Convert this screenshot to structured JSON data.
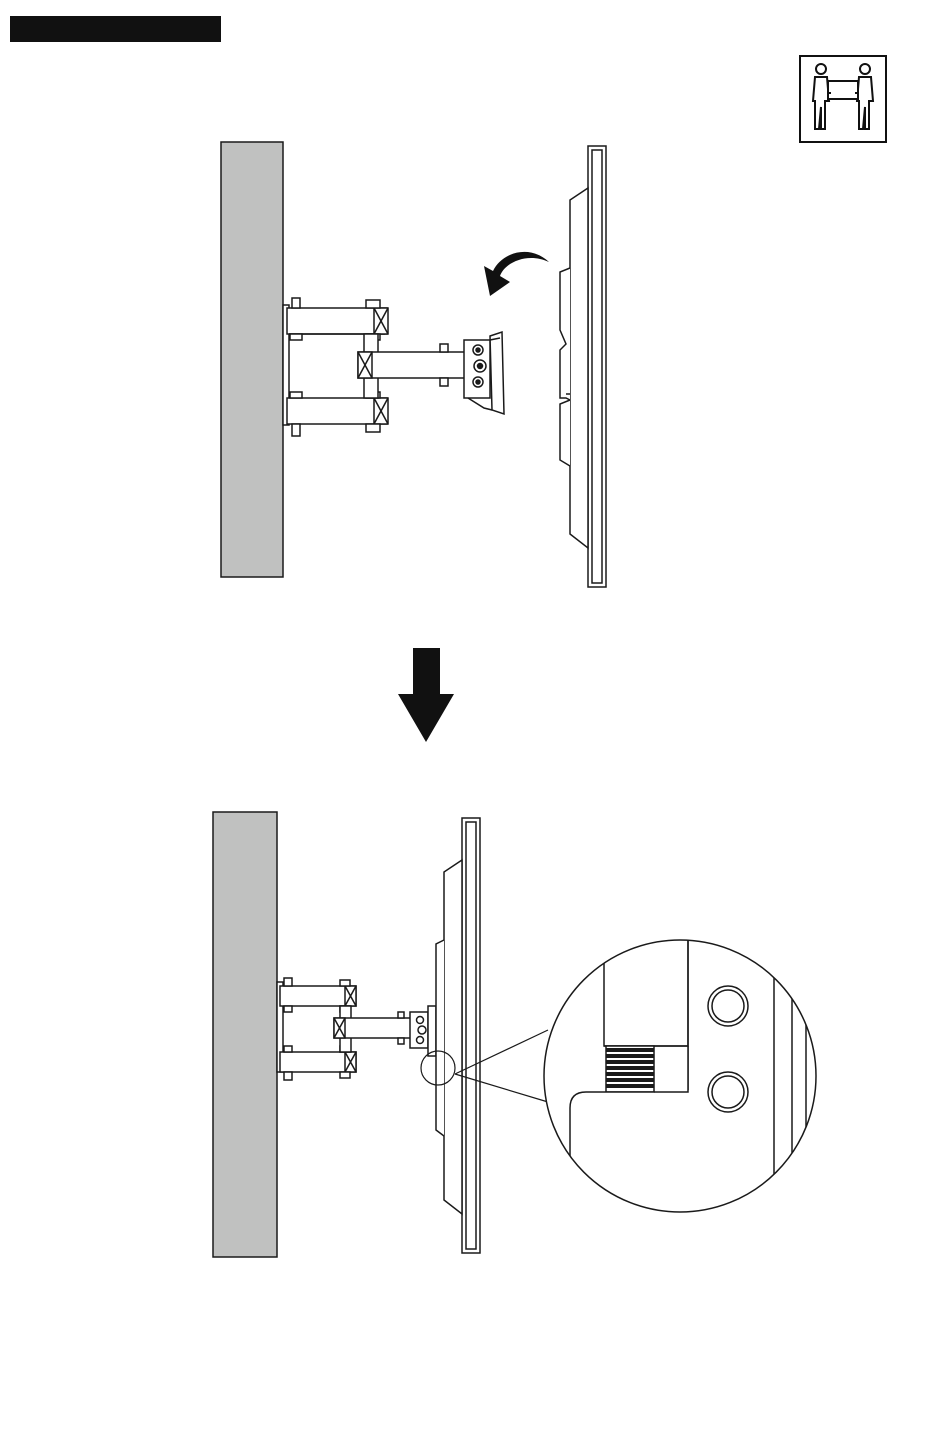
{
  "page": {
    "header_bar_color": "#111111",
    "background": "#ffffff"
  },
  "icons": {
    "warning": "two-person-lift-icon",
    "transition": "down-arrow-icon",
    "rotate": "curved-arrow-icon"
  },
  "colors": {
    "wall": "#c0c1c0",
    "line": "#1a1a1a",
    "arrow": "#111111"
  },
  "steps": [
    {
      "name": "step-hang-tv",
      "icon": "curved-arrow-icon"
    },
    {
      "name": "step-mounted-detail",
      "icon": "magnifier-callout"
    }
  ]
}
